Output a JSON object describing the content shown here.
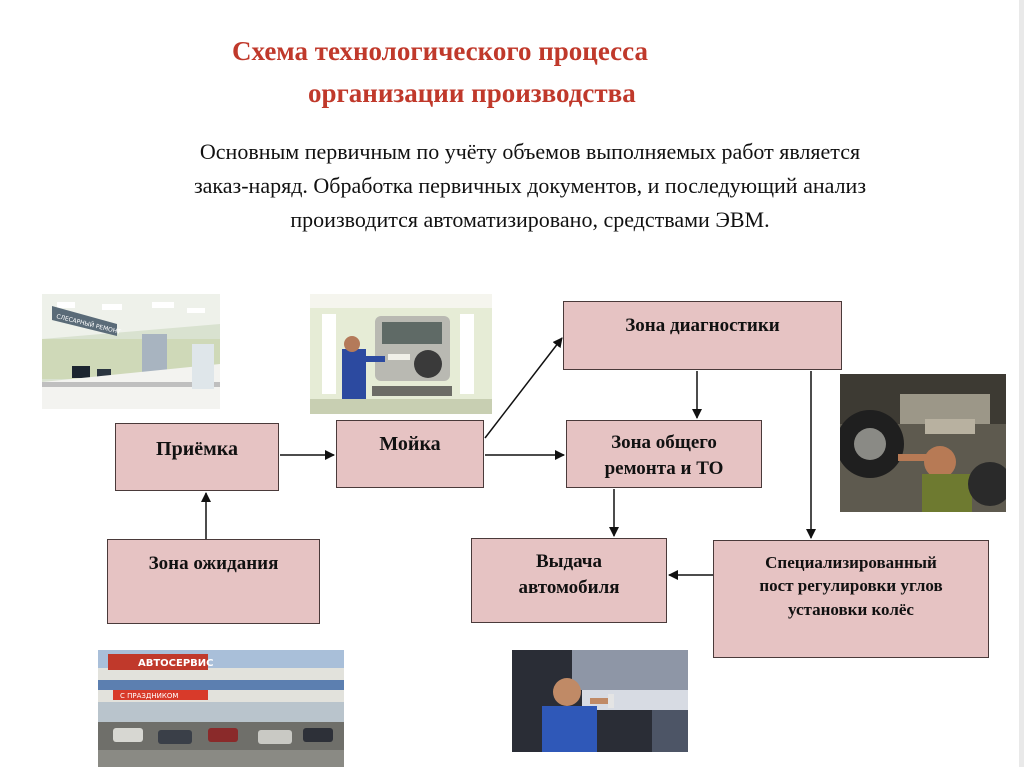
{
  "title": {
    "line1": "Схема технологического процесса",
    "line2": "организации производства"
  },
  "paragraph": {
    "line1": "Основным первичным по учёту объемов выполняемых работ является",
    "line2": "заказ-наряд. Обработка первичных документов, и последующий анализ",
    "line3": "производится автоматизировано, средствами ЭВМ."
  },
  "boxes": {
    "reception": "Приёмка",
    "wash": "Мойка",
    "diagnostics": "Зона диагностики",
    "repair": {
      "line1": "Зона общего",
      "line2": "ремонта и ТО"
    },
    "waiting": "Зона ожидания",
    "delivery": {
      "line1": "Выдача",
      "line2": "автомобиля"
    },
    "special": {
      "line1": "Специализированный",
      "line2": "пост регулировки углов",
      "line3": "установки колёс"
    }
  },
  "signs": {
    "office_sign": "СЛЕСАРНЫЙ РЕМОНТ",
    "building_sign": "АВТОСЕРВИС",
    "building_banner": "С ПРАЗДНИКОМ"
  },
  "colors": {
    "title": "#c0392b",
    "box_fill": "#e6c3c3",
    "box_border": "#4a3a3a"
  }
}
